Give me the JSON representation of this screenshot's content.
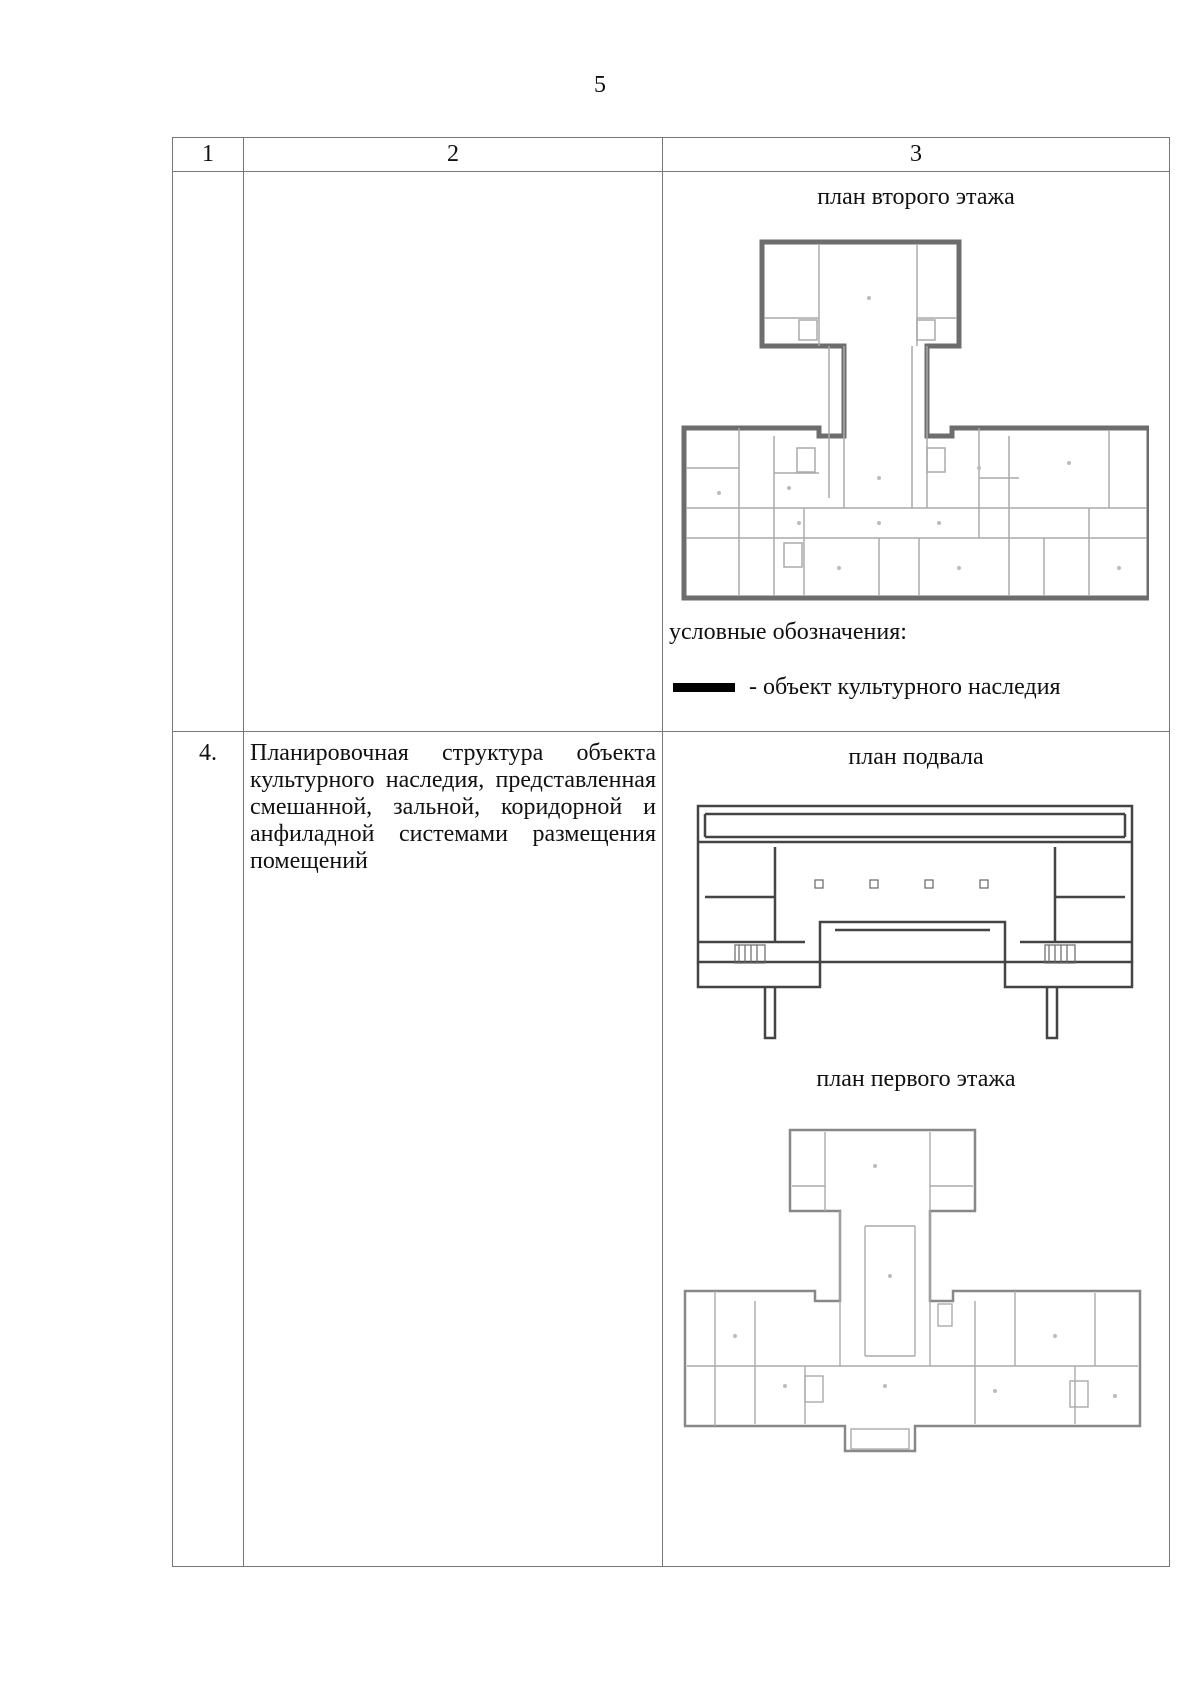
{
  "page_number": "5",
  "table": {
    "headers": [
      "1",
      "2",
      "3"
    ],
    "row_continued": {
      "number": "",
      "description": "",
      "plan_title": "план второго этажа",
      "legend_title": "условные обозначения:",
      "legend_item": "- объект культурного наследия"
    },
    "row4": {
      "number": "4.",
      "description": "Планировочная структура объекта культурного наследия, представленная смешанной, зальной, коридорной и анфиладной системами размещения помещений",
      "plan_basement_title": "план подвала",
      "plan_first_title": "план первого этажа"
    }
  }
}
